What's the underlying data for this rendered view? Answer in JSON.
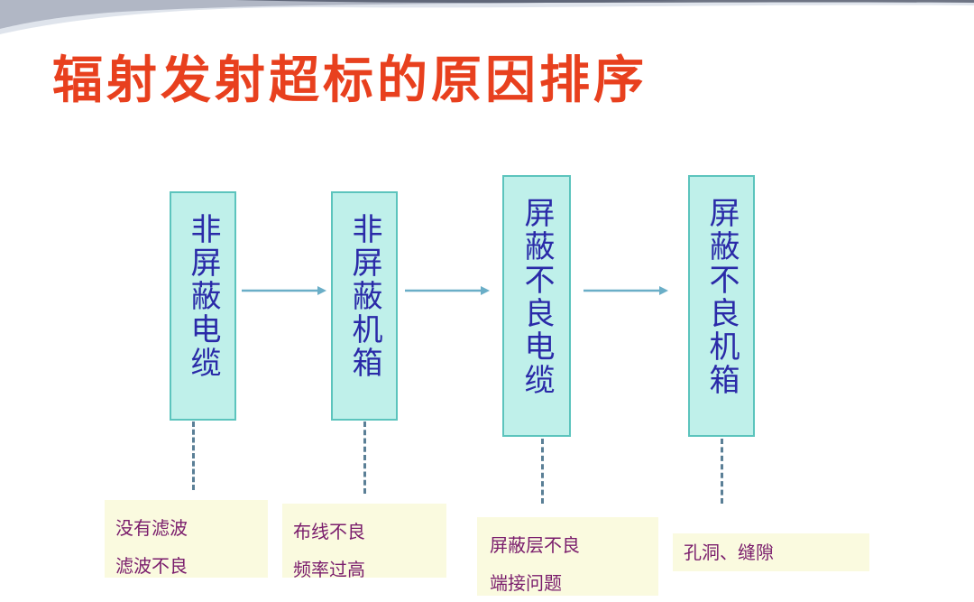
{
  "title": "辐射发射超标的原因排序",
  "causes": [
    "非屏蔽电缆",
    "非屏蔽机箱",
    "屏蔽不良电缆",
    "屏蔽不良机箱"
  ],
  "details": [
    [
      "没有滤波",
      "滤波不良"
    ],
    [
      "布线不良",
      "频率过高"
    ],
    [
      "屏蔽层不良",
      "端接问题"
    ],
    [
      "孔洞、缝隙"
    ]
  ],
  "colors": {
    "title": "#e8401e",
    "box_fill": "#bff0ea",
    "box_border": "#5cc4bd",
    "cause_text": "#2a2aa8",
    "arrow": "#6aaec7",
    "dash": "#5a7f96",
    "detail_fill": "#fafadf",
    "detail_text": "#7a1d6c"
  }
}
